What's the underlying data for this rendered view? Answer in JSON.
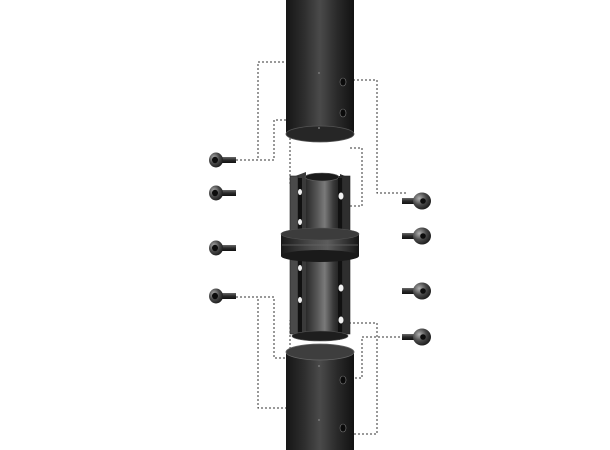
{
  "diagram": {
    "kind": "exploded-assembly",
    "colors": {
      "background": "#ffffff",
      "pipe_dark": "#1c1c1c",
      "pipe_mid": "#3a3a3a",
      "pipe_highlight": "#6e6e6e",
      "coupler_dark": "#2a2a2a",
      "coupler_light": "#8a8a8a",
      "bolt_dark": "#1a1a1a",
      "bolt_light": "#9a9a9a",
      "guide_line": "#333333"
    },
    "parts": [
      {
        "id": "upper-pipe",
        "icon": "pipe-icon"
      },
      {
        "id": "coupler-sleeve",
        "icon": "coupler-icon"
      },
      {
        "id": "collar-ring",
        "icon": "ring-icon"
      },
      {
        "id": "lower-pipe",
        "icon": "pipe-icon"
      },
      {
        "id": "socket-bolts-left",
        "icon": "bolt-icon",
        "count": 4
      },
      {
        "id": "button-head-bolts-right",
        "icon": "bolt-icon",
        "count": 4
      }
    ]
  }
}
